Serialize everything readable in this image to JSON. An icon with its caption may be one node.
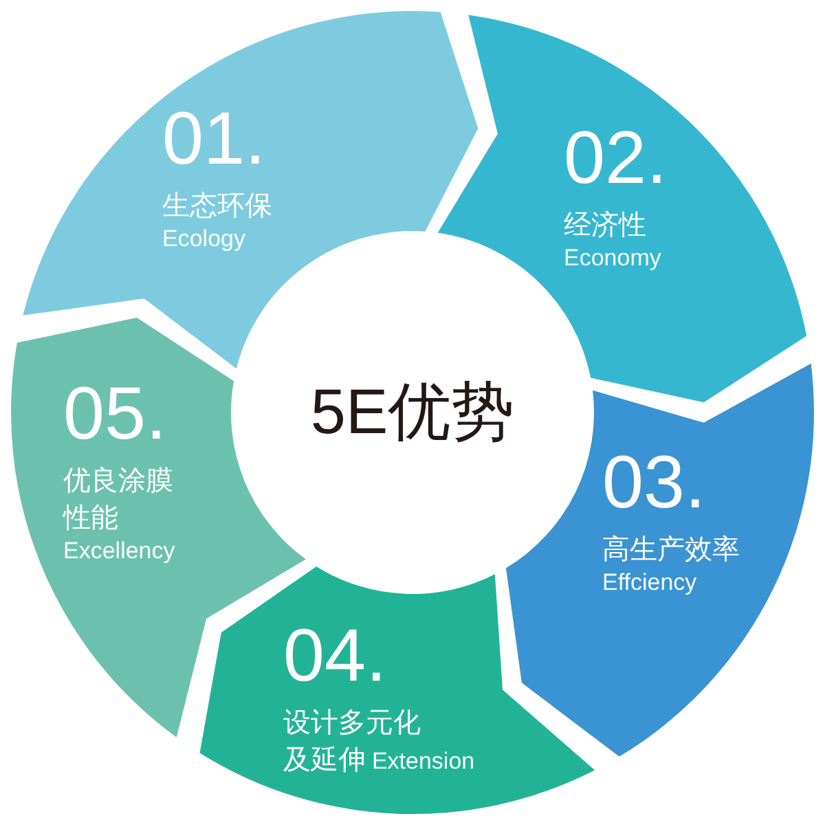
{
  "diagram": {
    "nodes": [
      {
        "text": [
          "5E优势"
        ]
      },
      {
        "text": [
          "01.",
          "生态环保",
          "Ecology"
        ]
      },
      {
        "text": [
          "02.",
          "经济性",
          "Economy"
        ]
      },
      {
        "text": [
          "03.",
          "高生产效率",
          "Effciency"
        ]
      },
      {
        "text": [
          "04.",
          "设计多元化及延伸",
          "Extension"
        ]
      },
      {
        "text": [
          "05.",
          "优良涂膜性能",
          "Excellency"
        ]
      }
    ]
  }
}
